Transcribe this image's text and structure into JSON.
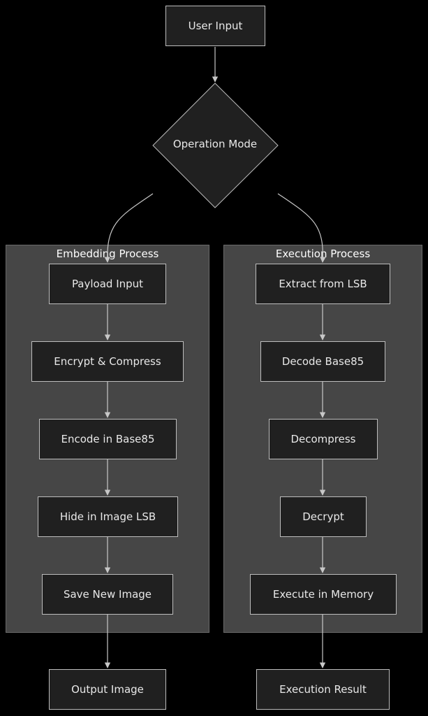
{
  "nodes": {
    "user_input": "User Input",
    "operation_mode": "Operation Mode",
    "payload_input": "Payload Input",
    "encrypt_compress": "Encrypt & Compress",
    "encode_base85": "Encode in Base85",
    "hide_lsb": "Hide in Image LSB",
    "save_image": "Save New Image",
    "output_image": "Output Image",
    "extract_lsb": "Extract from LSB",
    "decode_base85": "Decode Base85",
    "decompress": "Decompress",
    "decrypt": "Decrypt",
    "execute_memory": "Execute in Memory",
    "execution_result": "Execution Result"
  },
  "clusters": {
    "embedding": "Embedding Process",
    "execution": "Execution Process"
  },
  "colors": {
    "background": "#000000",
    "node_fill": "#202020",
    "node_border": "#bdbdbd",
    "cluster_fill": "#464646",
    "edge": "#c8c8c8",
    "text": "#e8e8e8"
  }
}
